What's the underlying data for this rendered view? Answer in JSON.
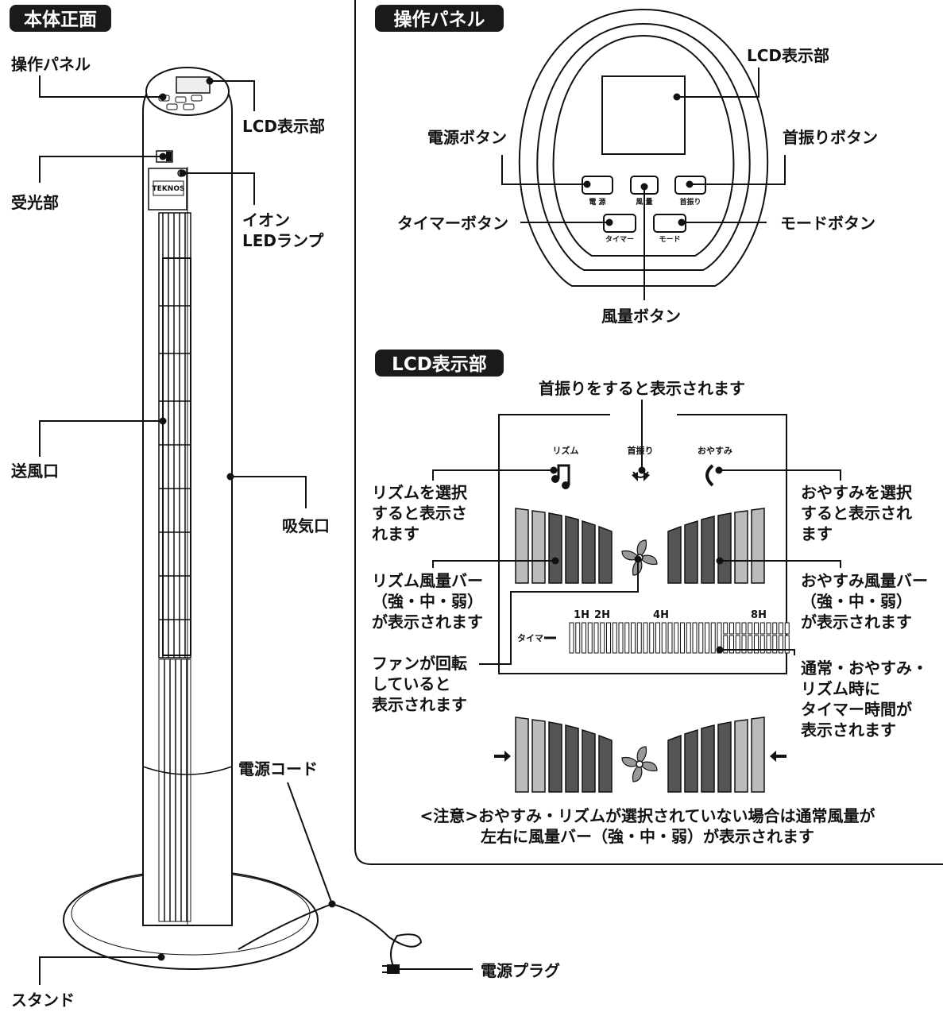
{
  "headers": {
    "body_front": "本体正面",
    "panel": "操作パネル",
    "lcd": "LCD表示部"
  },
  "tower_labels": {
    "panel": "操作パネル",
    "lcd": "LCD表示部",
    "receiver": "受光部",
    "ion_1": "イオン",
    "ion_2": "LEDランプ",
    "outlet": "送風口",
    "intake": "吸気口",
    "cord": "電源コード",
    "stand": "スタンド",
    "plug": "電源プラグ",
    "brand": "TEKNOS"
  },
  "panel_labels": {
    "lcd": "LCD表示部",
    "power": "電源ボタン",
    "swing": "首振りボタン",
    "timer": "タイマーボタン",
    "mode": "モードボタン",
    "fan_speed": "風量ボタン"
  },
  "panel_buttons": {
    "power": "電 源",
    "fan": "風 量",
    "swing": "首振り",
    "timer": "タイマー",
    "mode": "モード"
  },
  "lcd_section": {
    "swing_note": "首振りをすると表示されます",
    "icon_rhythm": "リズム",
    "icon_swing": "首振り",
    "icon_sleep": "おやすみ",
    "rhythm_sel": [
      "リズムを選択",
      "すると表示さ",
      "れます"
    ],
    "sleep_sel": [
      "おやすみを選択",
      "すると表示され",
      "ます"
    ],
    "rhythm_bar": [
      "リズム風量バー",
      "（強・中・弱）",
      "が表示されます"
    ],
    "sleep_bar": [
      "おやすみ風量バー",
      "（強・中・弱）",
      "が表示されます"
    ],
    "fan_spin": [
      "ファンが回転",
      "していると",
      "表示されます"
    ],
    "timer_note": [
      "通常・おやすみ・",
      "リズム時に",
      "タイマー時間が",
      "表示されます"
    ],
    "timer_label": "タイマー",
    "timer_ticks": [
      "1H",
      "2H",
      "4H",
      "8H"
    ],
    "caution_1": "<注意>おやすみ・リズムが選択されていない場合は通常風量が",
    "caution_2": "左右に風量バー（強・中・弱）が表示されます"
  },
  "colors": {
    "dark": "#555555",
    "light": "#bbbbbb",
    "header_bg": "#1a1a1a"
  }
}
